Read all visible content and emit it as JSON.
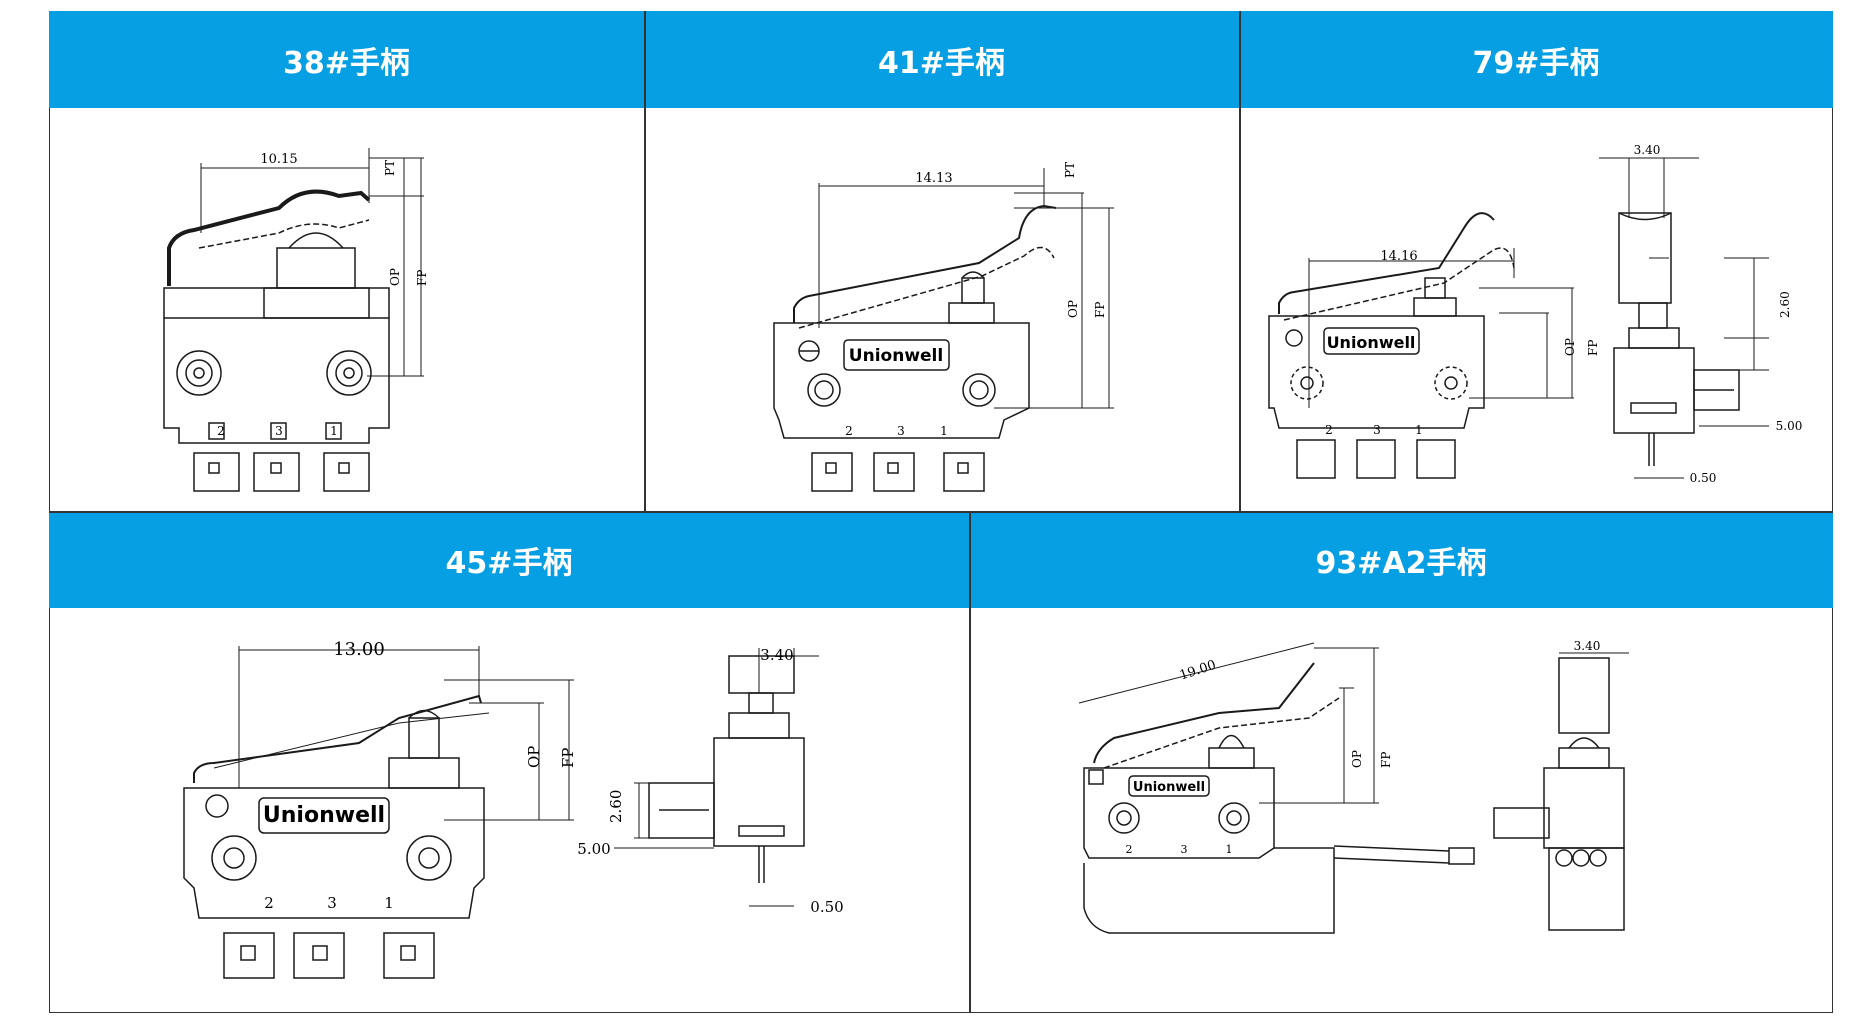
{
  "panels": [
    {
      "title": "38#手柄",
      "dims": {
        "a": "10.15",
        "pt": "PT",
        "op": "OP",
        "fp": "FP"
      },
      "pins": [
        "2",
        "3",
        "1"
      ]
    },
    {
      "title": "41#手柄",
      "dims": {
        "a": "14.13",
        "pt": "PT",
        "op": "OP",
        "fp": "FP"
      },
      "brand": "Unionwell",
      "pins": [
        "2",
        "3",
        "1"
      ]
    },
    {
      "title": "79#手柄",
      "dims": {
        "a": "14.16",
        "op": "OP",
        "fp": "FP",
        "w": "3.40",
        "h": "2.60",
        "t": "5.00",
        "p": "0.50"
      },
      "brand": "Unionwell",
      "pins": [
        "2",
        "3",
        "1"
      ]
    },
    {
      "title": "45#手柄",
      "dims": {
        "a": "13.00",
        "op": "OP",
        "fp": "FP",
        "w": "3.40",
        "h": "2.60",
        "t": "5.00",
        "p": "0.50"
      },
      "brand": "Unionwell",
      "pins": [
        "2",
        "3",
        "1"
      ]
    },
    {
      "title": "93#A2手柄",
      "dims": {
        "a": "19.00",
        "op": "OP",
        "fp": "FP",
        "w": "3.40"
      },
      "brand": "Unionwell",
      "pins": [
        "2",
        "3",
        "1"
      ]
    }
  ],
  "colors": {
    "header": "#079fe3",
    "line": "#1a1a1a"
  }
}
